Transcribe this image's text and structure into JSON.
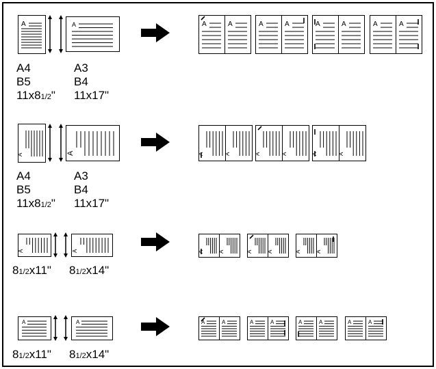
{
  "colors": {
    "ink": "#000000",
    "paper": "#ffffff",
    "fold_shadow": "#bfbfbf"
  },
  "icons": [
    "arrow-right-icon",
    "double-arrow-icon",
    "page-icon"
  ],
  "rows": [
    {
      "id": "row1",
      "source_labels": {
        "left": [
          "A4",
          "B5",
          "11x8½\""
        ],
        "right": [
          "A3",
          "B4",
          "11x17\""
        ]
      }
    },
    {
      "id": "row2",
      "source_labels": {
        "left": [
          "A4",
          "B5",
          "11x8½\""
        ],
        "right": [
          "A3",
          "B4",
          "11x17\""
        ]
      }
    },
    {
      "id": "row3",
      "source_labels": {
        "left": [
          "8½x11\""
        ],
        "right": [
          "8½x14\""
        ]
      }
    },
    {
      "id": "row4",
      "source_labels": {
        "left": [
          "8½x11\""
        ],
        "right": [
          "8½x14\""
        ]
      }
    }
  ],
  "text": {
    "r1_left_1": "A4",
    "r1_left_2": "B5",
    "r1_left_3a": "11x8",
    "r1_left_3b": "1/2",
    "r1_left_3c": "\"",
    "r1_right_1": "A3",
    "r1_right_2": "B4",
    "r1_right_3": "11x17\"",
    "r2_left_1": "A4",
    "r2_left_2": "B5",
    "r2_left_3a": "11x8",
    "r2_left_3b": "1/2",
    "r2_left_3c": "\"",
    "r2_right_1": "A3",
    "r2_right_2": "B4",
    "r2_right_3": "11x17\"",
    "r3_left_a": "8",
    "r3_left_b": "1/2",
    "r3_left_c": "x11\"",
    "r3_right_a": "8",
    "r3_right_b": "1/2",
    "r3_right_c": "x14\"",
    "r4_left_a": "8",
    "r4_left_b": "1/2",
    "r4_left_c": "x11\"",
    "r4_right_a": "8",
    "r4_right_b": "1/2",
    "r4_right_c": "x14\"",
    "page_letter": "A"
  }
}
